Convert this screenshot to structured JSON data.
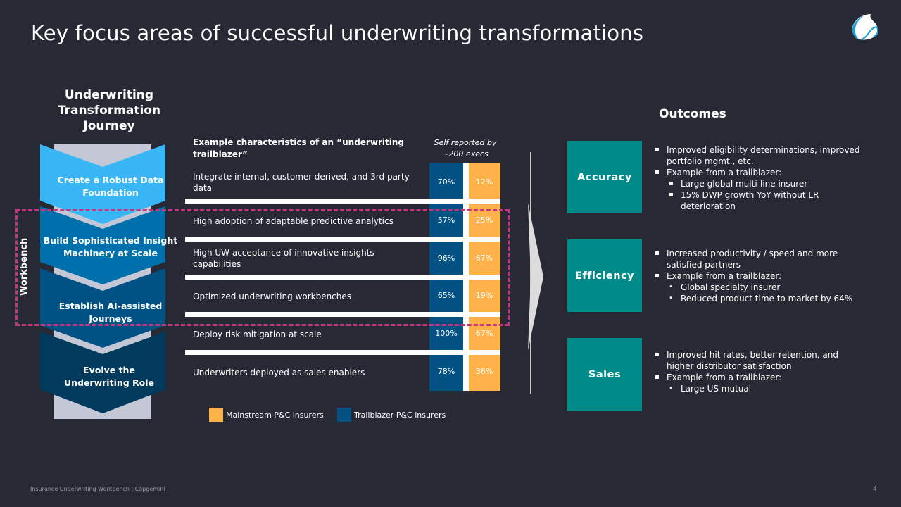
{
  "title": "Key focus areas of successful underwriting transformations",
  "journey": {
    "title": "Underwriting Transformation Journey",
    "steps": [
      "Create a Robust Data Foundation",
      "Build Sophisticated Insight Machinery at Scale",
      "Establish AI-assisted Journeys",
      "Evolve the Underwriting Role"
    ],
    "colors": [
      "#38b6f5",
      "#0070ad",
      "#005285",
      "#003a5c"
    ],
    "workbench_label": "Workbench"
  },
  "table": {
    "header": "Example characteristics of an “underwriting trailblazer”",
    "self_reported": "Self reported by ~200 execs",
    "rows": [
      {
        "text": "Integrate internal, customer-derived, and 3rd party data",
        "trailblazer": "70%",
        "mainstream": "12%"
      },
      {
        "text": "High adoption of adaptable predictive analytics",
        "trailblazer": "57%",
        "mainstream": "25%"
      },
      {
        "text": "High UW acceptance of innovative insights capabilities",
        "trailblazer": "96%",
        "mainstream": "67%"
      },
      {
        "text": "Optimized underwriting workbenches",
        "trailblazer": "65%",
        "mainstream": "19%"
      },
      {
        "text": "Deploy risk mitigation at scale",
        "trailblazer": "100%",
        "mainstream": "67%"
      },
      {
        "text": "Underwriters deployed as sales enablers",
        "trailblazer": "78%",
        "mainstream": "36%"
      }
    ],
    "legend": {
      "mainstream": "Mainstream P&C insurers",
      "trailblazer": "Trailblazer P&C insurers"
    }
  },
  "outcomes": {
    "title": "Outcomes",
    "items": [
      {
        "label": "Accuracy",
        "bullets": [
          "Improved eligibility determinations, improved portfolio mgmt., etc.",
          "Example from a trailblazer:"
        ],
        "sub": [
          "Large global multi-line insurer",
          "15% DWP growth YoY without LR deterioration"
        ]
      },
      {
        "label": "Efficiency",
        "bullets": [
          "Increased productivity / speed and more satisfied partners",
          "Example from a trailblazer:"
        ],
        "sub": [
          "Global specialty insurer",
          "Reduced product time to market by 64%"
        ]
      },
      {
        "label": "Sales",
        "bullets": [
          "Improved hit rates, better retention, and higher distributor satisfaction",
          "Example from a trailblazer:"
        ],
        "sub": [
          "Large US mutual"
        ]
      }
    ]
  },
  "footer": "Insurance Underwriting Workbench  |  Capgemini",
  "page": "4"
}
